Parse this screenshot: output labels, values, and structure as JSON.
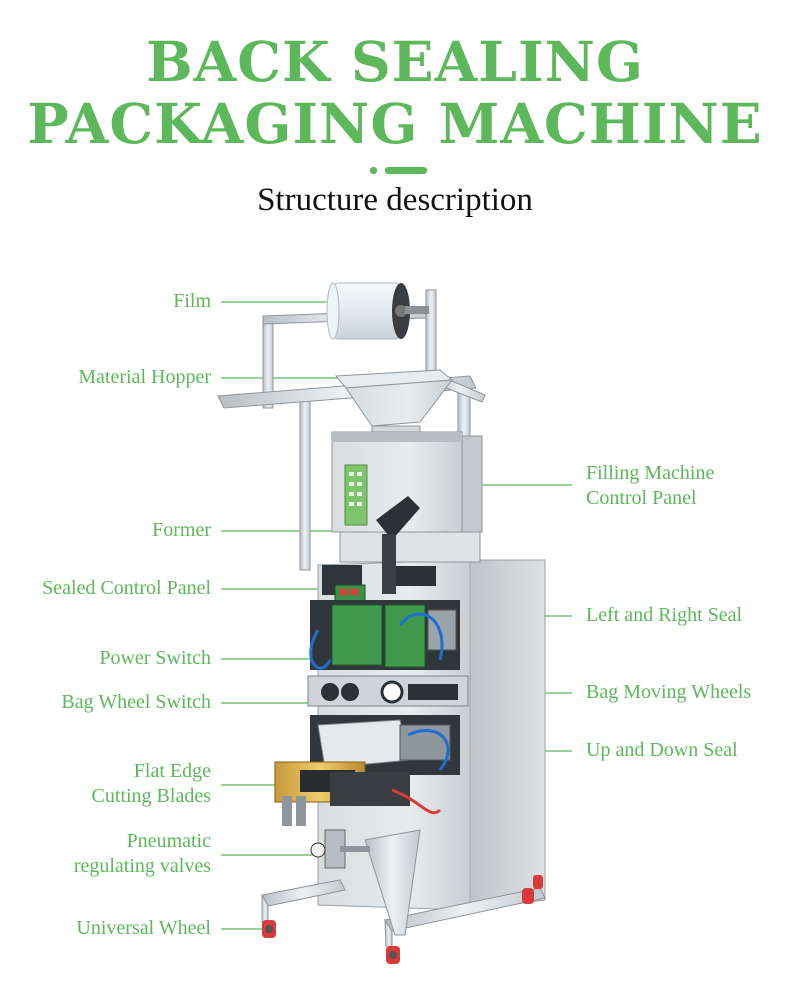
{
  "title_line1": "BACK SEALING",
  "title_line2": "PACKAGING MACHINE",
  "subtitle": "Structure description",
  "colors": {
    "accent": "#5cb85a",
    "steel": "#cfd4d8",
    "text_dark": "#111111"
  },
  "left_labels": [
    {
      "id": "film",
      "lines": [
        "Film"
      ]
    },
    {
      "id": "material-hopper",
      "lines": [
        "Material Hopper"
      ]
    },
    {
      "id": "former",
      "lines": [
        "Former"
      ]
    },
    {
      "id": "sealed-control-panel",
      "lines": [
        "Sealed Control Panel"
      ]
    },
    {
      "id": "power-switch",
      "lines": [
        "Power Switch"
      ]
    },
    {
      "id": "bag-wheel-switch",
      "lines": [
        "Bag Wheel Switch"
      ]
    },
    {
      "id": "flat-edge-cutting-blades",
      "lines": [
        "Flat Edge",
        "Cutting Blades"
      ]
    },
    {
      "id": "pneumatic-regulating-valves",
      "lines": [
        "Pneumatic",
        "regulating valves"
      ]
    },
    {
      "id": "universal-wheel",
      "lines": [
        "Universal Wheel"
      ]
    }
  ],
  "right_labels": [
    {
      "id": "filling-machine-control-panel",
      "lines": [
        "Filling Machine",
        "Control Panel"
      ]
    },
    {
      "id": "left-and-right-seal",
      "lines": [
        "Left and Right Seal"
      ]
    },
    {
      "id": "bag-moving-wheels",
      "lines": [
        "Bag Moving Wheels"
      ]
    },
    {
      "id": "up-and-down-seal",
      "lines": [
        "Up and Down Seal"
      ]
    }
  ]
}
